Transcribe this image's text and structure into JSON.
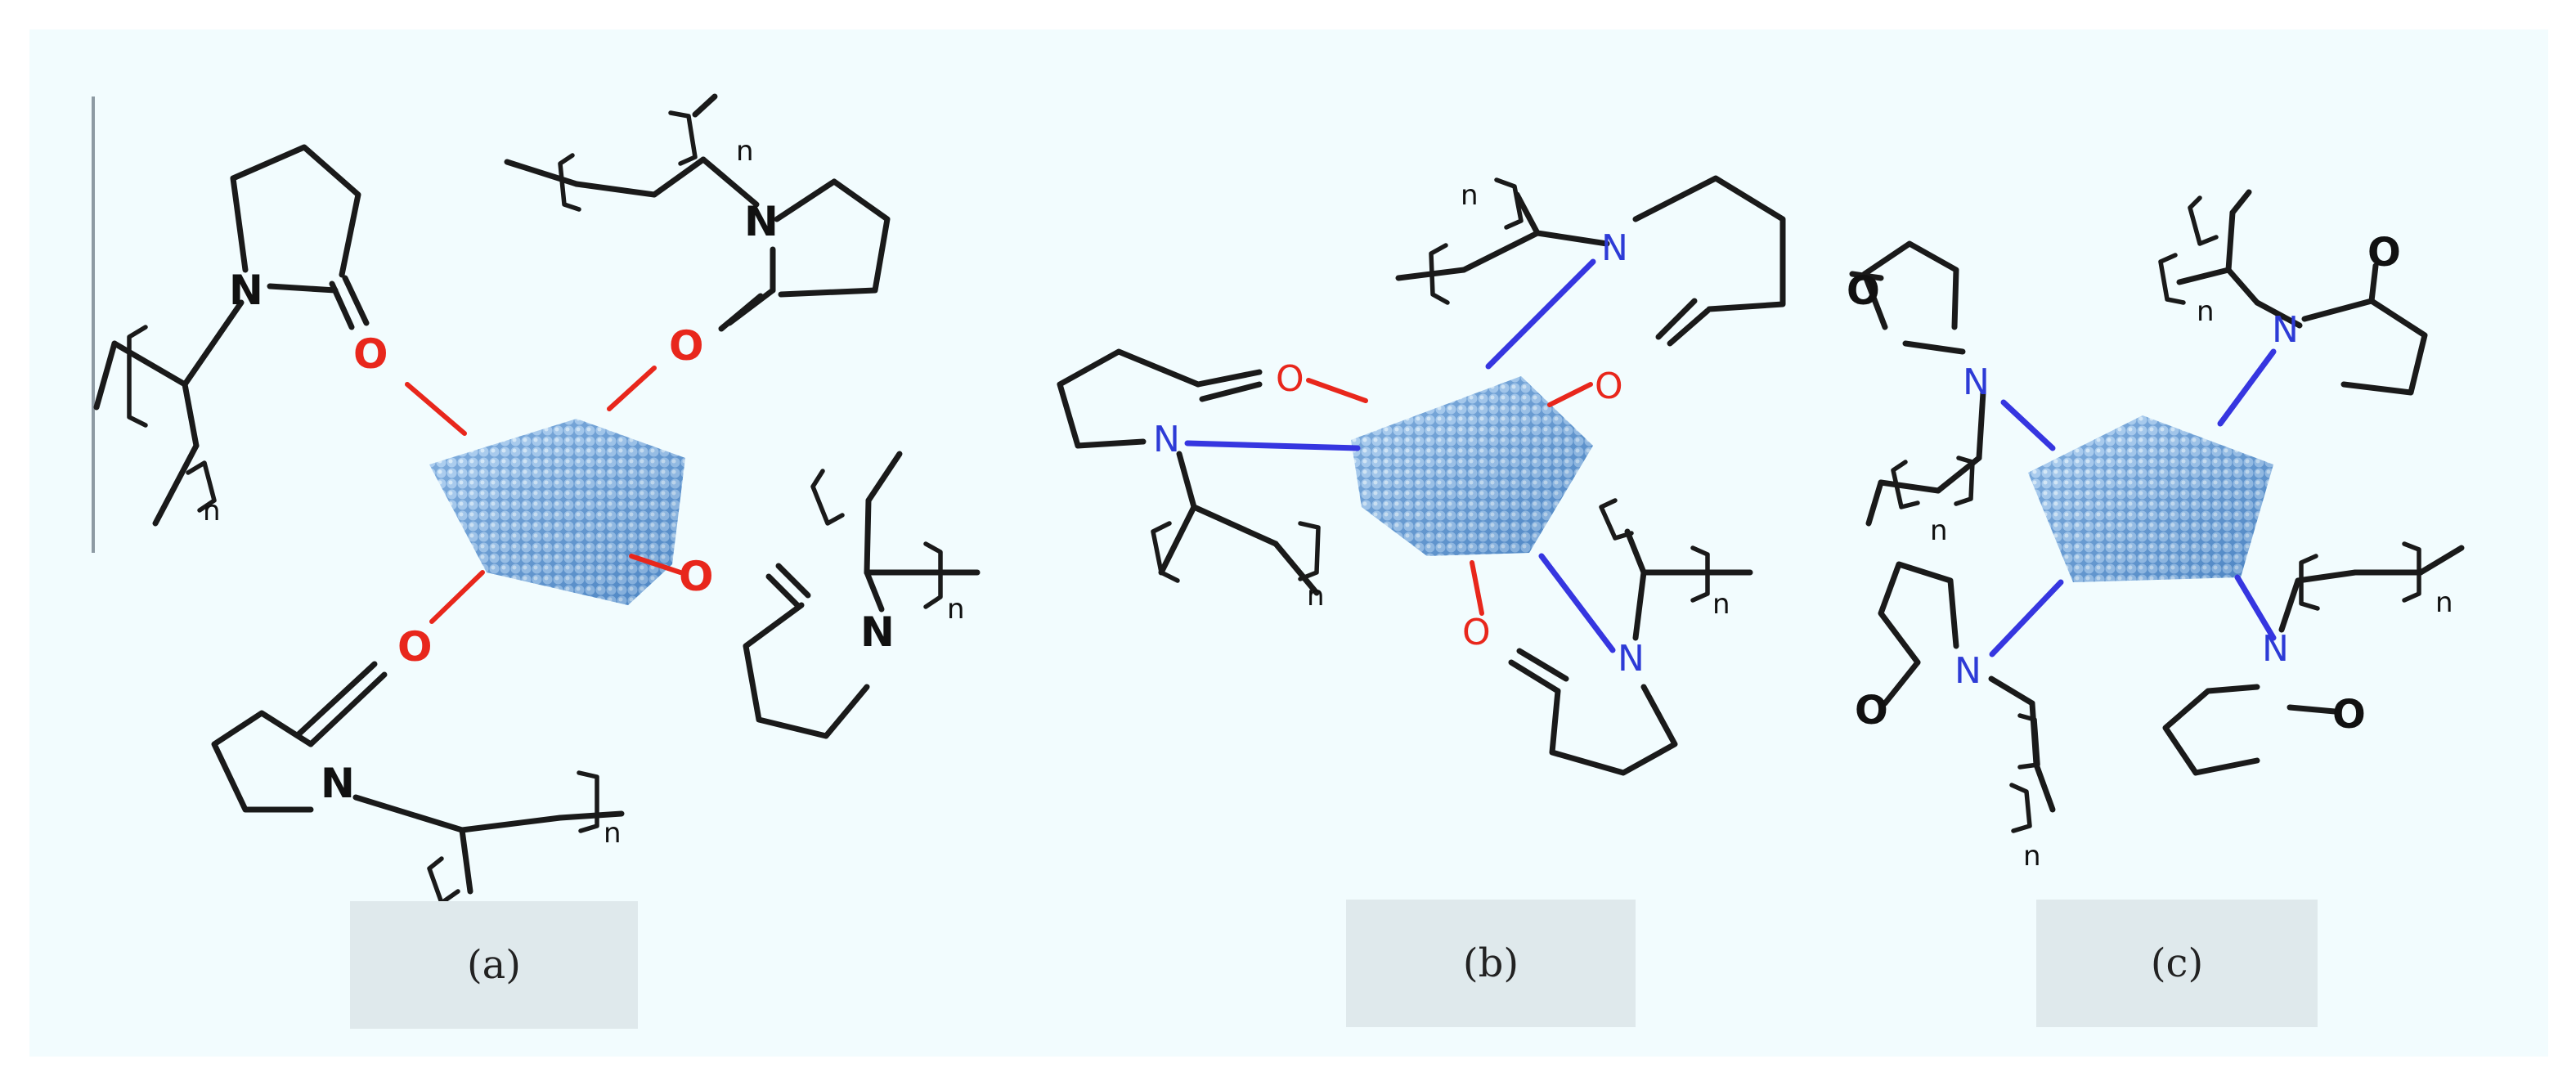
{
  "diagram": {
    "panels": [
      {
        "caption": "(a)",
        "atom_labels": {
          "nitrogen": "N",
          "oxygen": "O",
          "repeat": "n"
        }
      },
      {
        "caption": "(b)",
        "atom_labels": {
          "nitrogen": "N",
          "oxygen": "O",
          "repeat": "n"
        }
      },
      {
        "caption": "(c)",
        "atom_labels": {
          "nitrogen": "N",
          "oxygen": "O",
          "repeat": "n"
        }
      }
    ],
    "colors": {
      "background": "#f2fcfe",
      "caption_box": "#dfe9ec",
      "oxygen_bond": "#e8271c",
      "nitrogen_bond": "#3636e0",
      "skeleton": "#1a1a1a",
      "nanoparticle": "#6aa6e0"
    }
  }
}
